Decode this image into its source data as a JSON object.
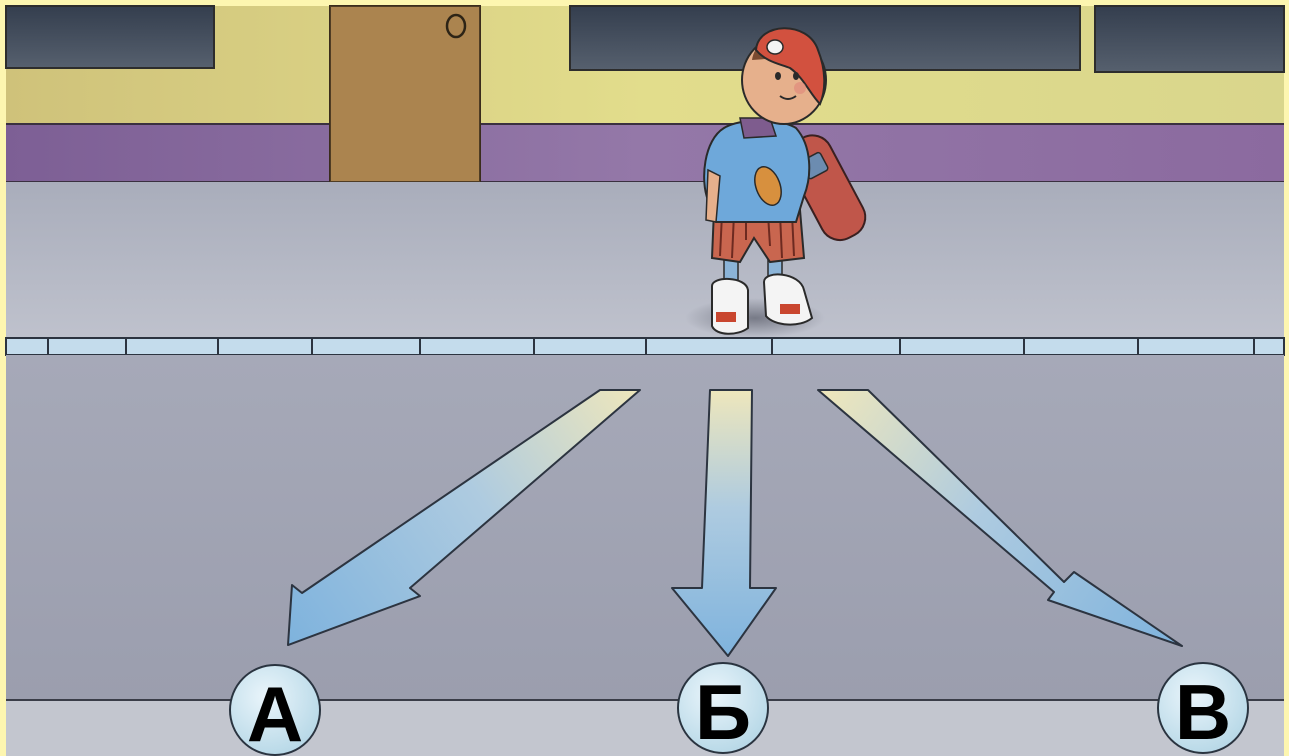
{
  "scene": {
    "icons": {
      "building": "building-wall",
      "door": "door",
      "boy": "boy-with-skateboard",
      "arrow": "arrow"
    },
    "colors": {
      "frame": "#fdf6b0",
      "wall_yellow": "#d8d282",
      "wall_purple": "#8a6fa0",
      "window": "#3f4a5a",
      "door": "#b28a54",
      "pavement": "#b8bcc9",
      "curb": "#bfd9ec",
      "road": "#a3a6b5",
      "arrow_fill": "#8fbce0",
      "arrow_fade": "#efe7bb"
    }
  },
  "options": [
    {
      "id": "a",
      "label": "А"
    },
    {
      "id": "b",
      "label": "Б"
    },
    {
      "id": "v",
      "label": "В"
    }
  ]
}
